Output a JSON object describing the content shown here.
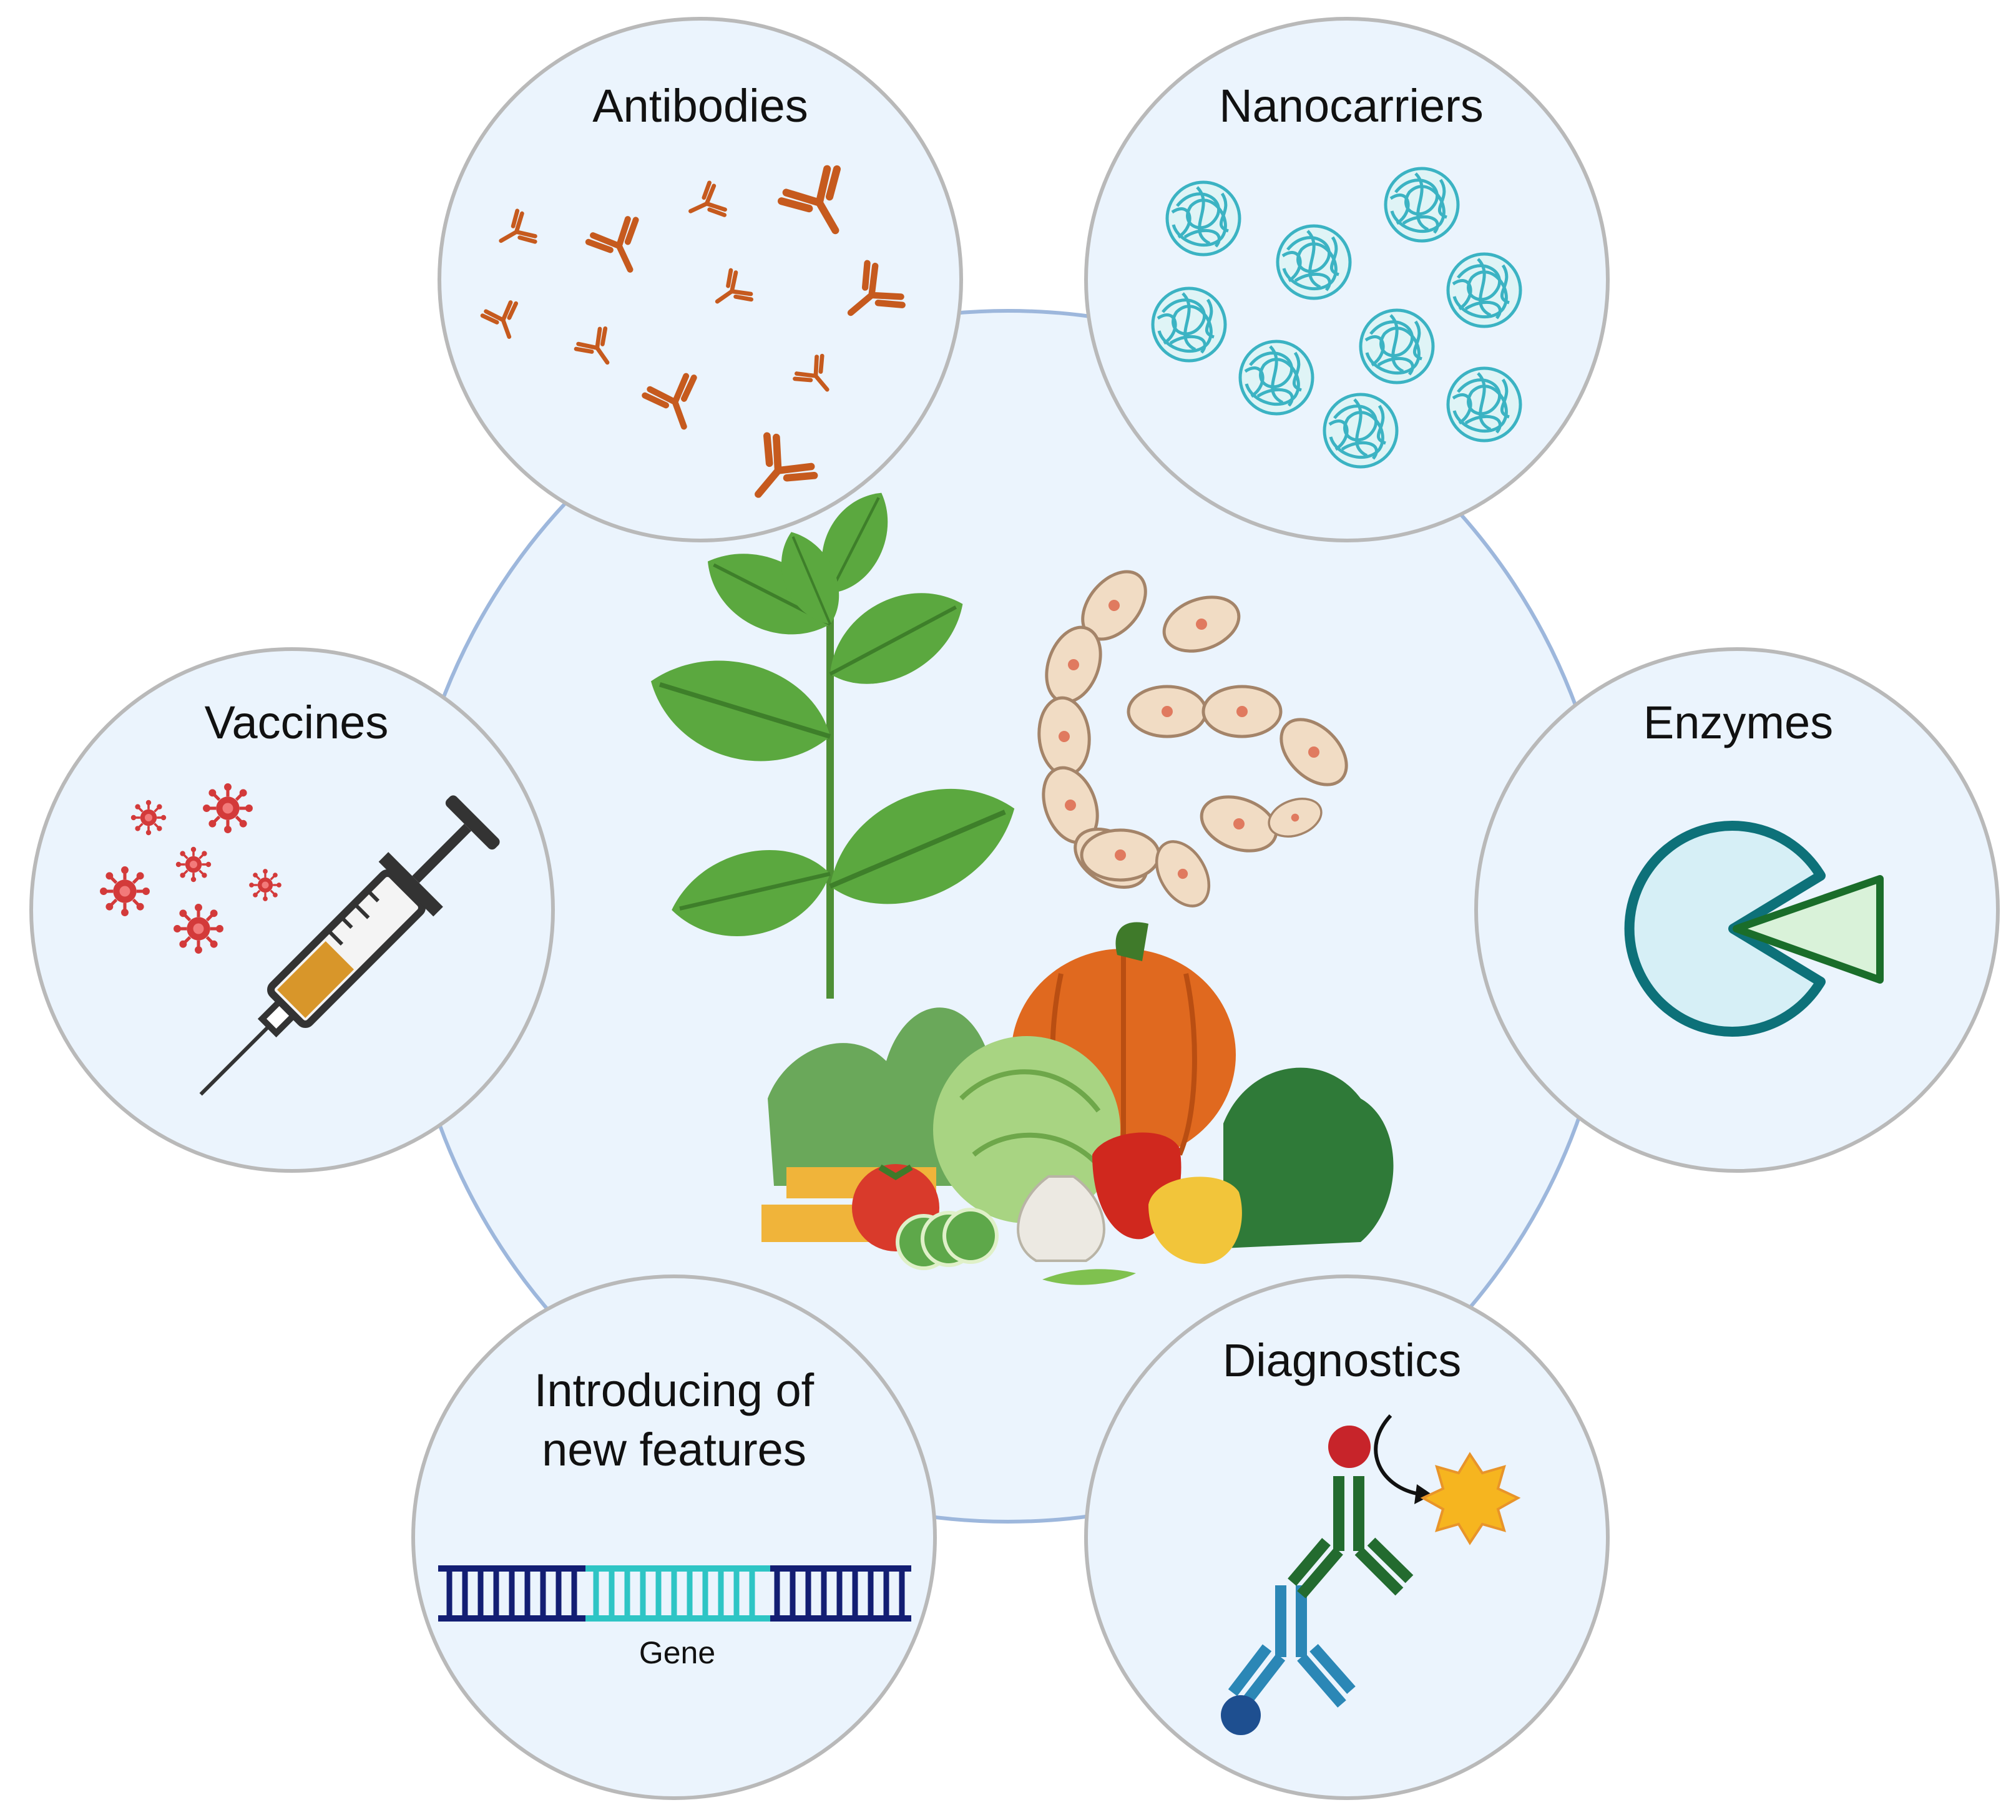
{
  "labels": {
    "antibodies": "Antibodies",
    "nanocarriers": "Nanocarriers",
    "vaccines": "Vaccines",
    "enzymes": "Enzymes",
    "introducing_line1": "Introducing of",
    "introducing_line2": "new features",
    "gene": "Gene",
    "diagnostics": "Diagnostics"
  },
  "colors": {
    "circle_fill": "#ebf4fd",
    "circle_stroke": "#b9b9b9",
    "hub_stroke": "#9db7dc",
    "antibody": "#c65a1e",
    "nanocarrier": "#3bb3c3",
    "virus": "#d33a3a",
    "syringe_fill": "#d8962a",
    "enzyme_fill": "#d6eff6",
    "enzyme_stroke": "#0d7179",
    "substrate_fill": "#d9f2d9",
    "substrate_stroke": "#1a6d2a",
    "dna_backbone": "#131e73",
    "dna_gene": "#2ec5c5",
    "ab_primary": "#236b2f",
    "ab_secondary": "#2b87b6",
    "enzyme_label_red": "#c7242a",
    "ab_secondary_ball": "#1e4f90",
    "product_star": "#f6b51f",
    "plant_leaf": "#5ba83f",
    "cell_fill": "#f1dcc4",
    "pumpkin": "#e0691f",
    "cabbage": "#a8d482",
    "pepper_red": "#d0281e",
    "pepper_yellow": "#f2c53a",
    "carrot": "#f0b43a"
  },
  "icons": {
    "hub": "plant-cells-vegetables-illustration",
    "antibodies": "antibody-icon",
    "nanocarriers": "nanoparticle-icon",
    "vaccines": "syringe-icon",
    "enzymes": "enzyme-substrate-icon",
    "introducing": "dna-icon",
    "diagnostics": "sandwich-assay-icon"
  }
}
